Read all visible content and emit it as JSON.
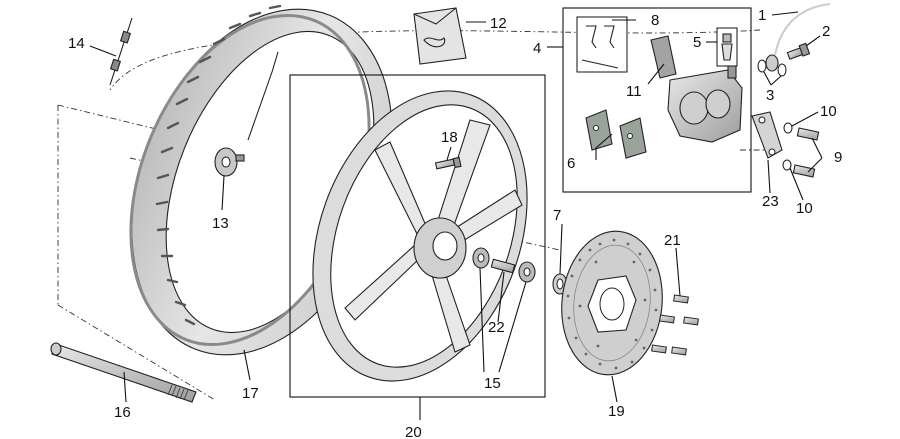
{
  "diagram": {
    "callouts": {
      "c1": "1",
      "c2": "2",
      "c3": "3",
      "c4": "4",
      "c5": "5",
      "c6": "6",
      "c7": "7",
      "c8": "8",
      "c9": "9",
      "c10a": "10",
      "c10b": "10",
      "c11": "11",
      "c12": "12",
      "c13": "13",
      "c14": "14",
      "c15": "15",
      "c16": "16",
      "c17": "17",
      "c18": "18",
      "c19": "19",
      "c20": "20",
      "c21": "21",
      "c22": "22",
      "c23": "23"
    },
    "colors": {
      "line": "#111111",
      "tire": "#d9d9d9",
      "tire_dark": "#9a9a9a",
      "rim": "#e4e4e4",
      "metal": "#bdbdbd",
      "pad": "#9aa39a",
      "background": "#ffffff"
    }
  }
}
